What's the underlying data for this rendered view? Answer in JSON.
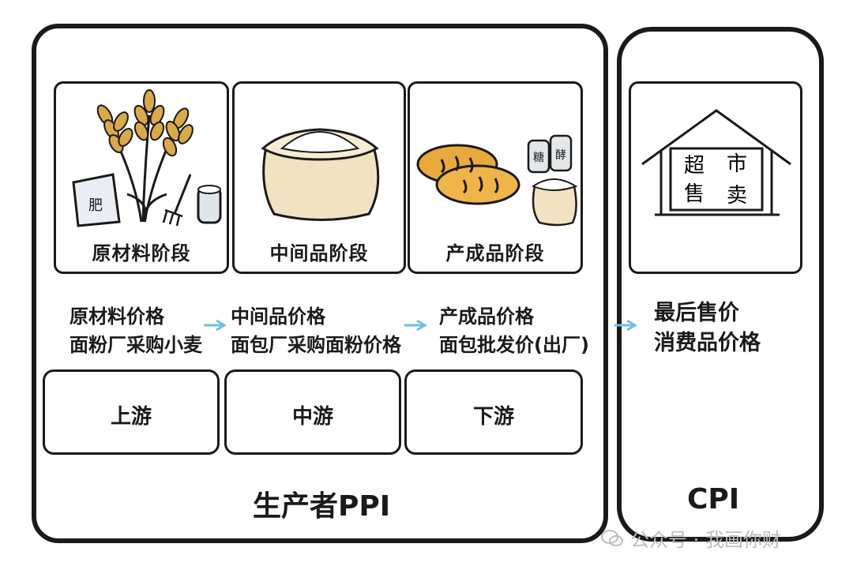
{
  "stages": {
    "raw": {
      "label": "原材料阶段",
      "bag_text": "肥"
    },
    "mid": {
      "label": "中间品阶段"
    },
    "prod": {
      "label": "产成品阶段",
      "jar1_text": "糖",
      "jar2_text": "酵"
    },
    "cpi": {
      "house_text": [
        "超",
        "市",
        "售",
        "卖"
      ]
    }
  },
  "prices": {
    "raw": {
      "line1": "原材料价格",
      "line2": "面粉厂采购小麦"
    },
    "mid": {
      "line1": "中间品价格",
      "line2": "面包厂采购面粉价格"
    },
    "prod": {
      "line1": "产成品价格",
      "line2": "面包批发价(出厂)"
    },
    "final": {
      "line1": "最后售价",
      "line2": "消费品价格"
    }
  },
  "streams": {
    "up": "上游",
    "mid": "中游",
    "down": "下游"
  },
  "footer": {
    "ppi": "生产者PPI",
    "cpi": "CPI"
  },
  "watermark": "公众号 · 我画你财",
  "colors": {
    "outline": "#1a1a1a",
    "arrow": "#6ec1e4",
    "wheat": "#d9a94a",
    "bread": "#e9a93b",
    "sack": "#f1e3c2"
  }
}
